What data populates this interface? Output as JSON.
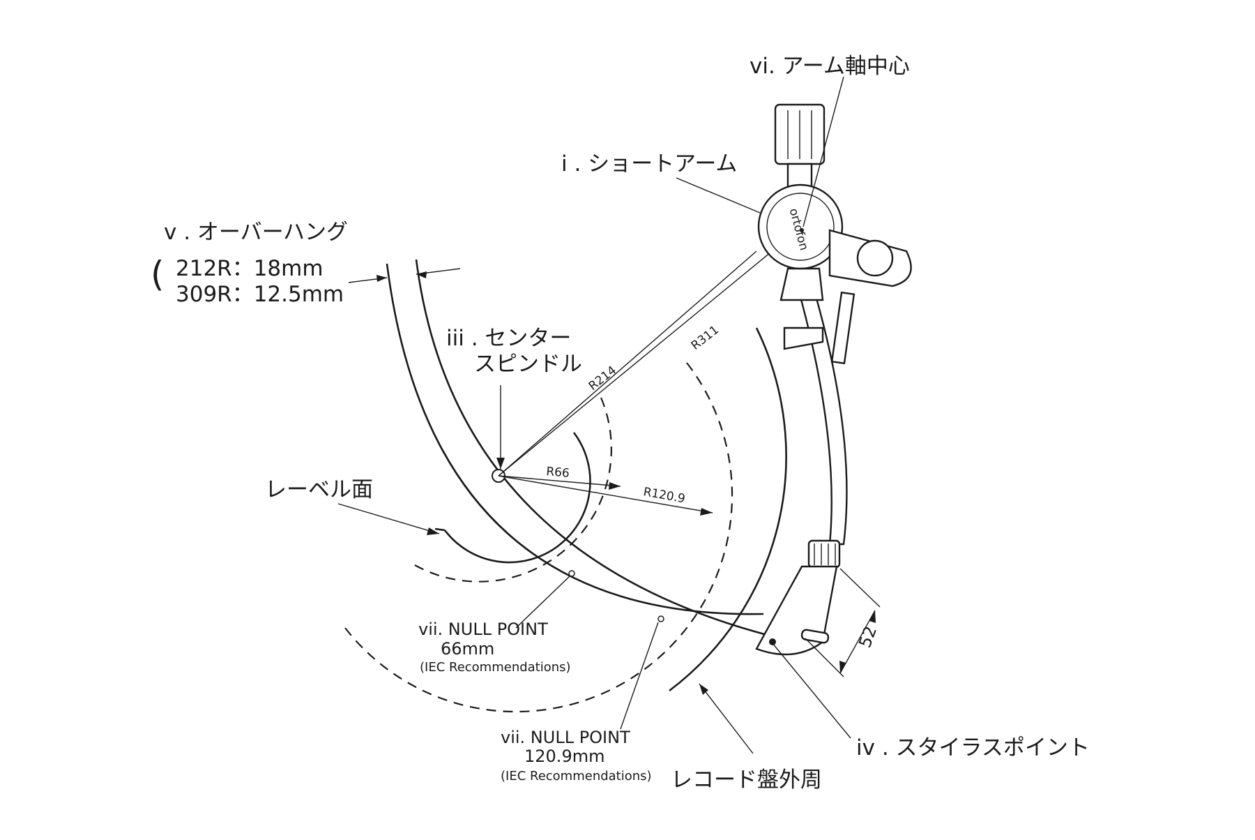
{
  "labels": {
    "arm_pivot": "vi. アーム軸中心",
    "short_arm": "i . ショートアーム",
    "overhang_title": "v . オーバーハング",
    "overhang_bracket": "(",
    "overhang_212": "212R：18mm",
    "overhang_309": "309R：12.5mm",
    "center_spindle_1": "iii . センター",
    "center_spindle_2": "スピンドル",
    "label_surface": "レーベル面",
    "null1_title": "vii. NULL POINT",
    "null1_value": "66mm",
    "null1_note": "(IEC Recommendations)",
    "null2_title": "vii. NULL POINT",
    "null2_value": "120.9mm",
    "null2_note": "(IEC Recommendations)",
    "record_edge": "レコード盤外周",
    "stylus_point": "iv . スタイラスポイント"
  },
  "dimensions": {
    "r214": "R214",
    "r311": "R311",
    "r66": "R66",
    "r120": "R120.9",
    "d52": "52"
  },
  "brand_mark": "ortofon"
}
